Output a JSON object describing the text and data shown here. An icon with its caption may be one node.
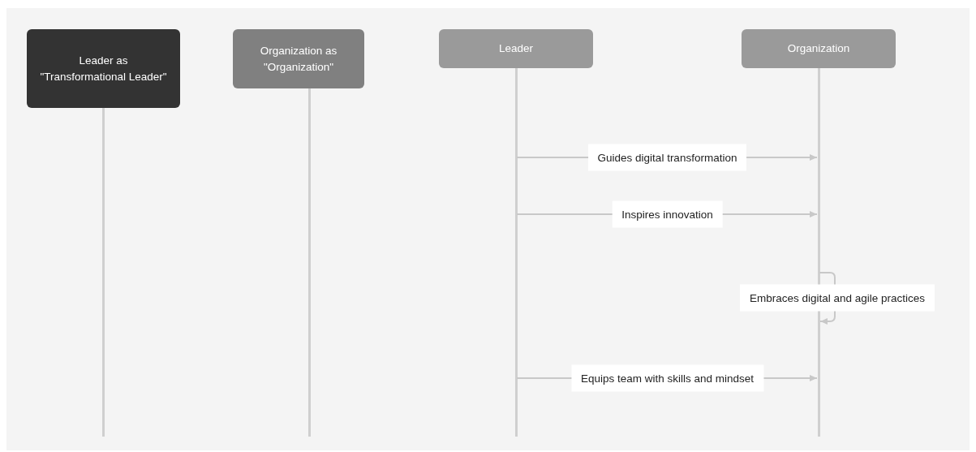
{
  "diagram": {
    "nodes": [
      {
        "text": [
          "Leader as \"Transformational Leader\""
        ]
      },
      {
        "text": [
          "Organization as \"Organization\""
        ]
      },
      {
        "text": [
          "Leader"
        ]
      },
      {
        "text": [
          "Organization"
        ]
      }
    ],
    "edges": [
      {
        "from": 2,
        "to": 3,
        "arrow": "to",
        "label": "Guides digital transformation"
      },
      {
        "from": 2,
        "to": 3,
        "arrow": "to",
        "label": "Inspires innovation"
      },
      {
        "from": 3,
        "to": 3,
        "arrow": "to",
        "label": "Embraces digital and agile practices"
      },
      {
        "from": 2,
        "to": 3,
        "arrow": "to",
        "label": "Equips team with skills and mindset"
      }
    ]
  }
}
